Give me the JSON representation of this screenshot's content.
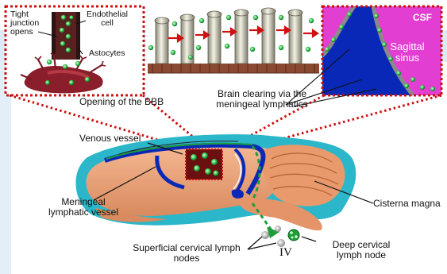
{
  "colors": {
    "slide_band": "#cfe3f5",
    "brain": "#e7a27a",
    "brain_shadow": "#c97a52",
    "cerebrum": "#f0b08a",
    "skull_fluid": "#2bb7c9",
    "venous_blue": "#0a28b8",
    "lymphatic_green": "#1e9e3a",
    "inset_border": "#cc1010",
    "csf_pink": "#e23fd2",
    "nucleus_red": "#7a1010"
  },
  "labels": {
    "tight_junction": "Tight\njunction\nopens",
    "endothelial_cell": "Endothelial\ncell",
    "astocytes": "Astocytes",
    "csf": "CSF",
    "sagittal_sinus": "Sagittal\nsinus",
    "opening_bbb": "Opening of the BBB",
    "brain_clearing": "Brain clearing via the\nmeningeal lymphatics",
    "venous_vessel": "Venous vessel",
    "meningeal_lymphatic_vessel": "Meningeal\nlymphatic vessel",
    "cisterna_magna": "Cisterna magna",
    "superficial_nodes": "Superficial cervical lymph\nnodes",
    "deep_node": "Deep cervical\nlymph node",
    "roman_four": "IV"
  }
}
